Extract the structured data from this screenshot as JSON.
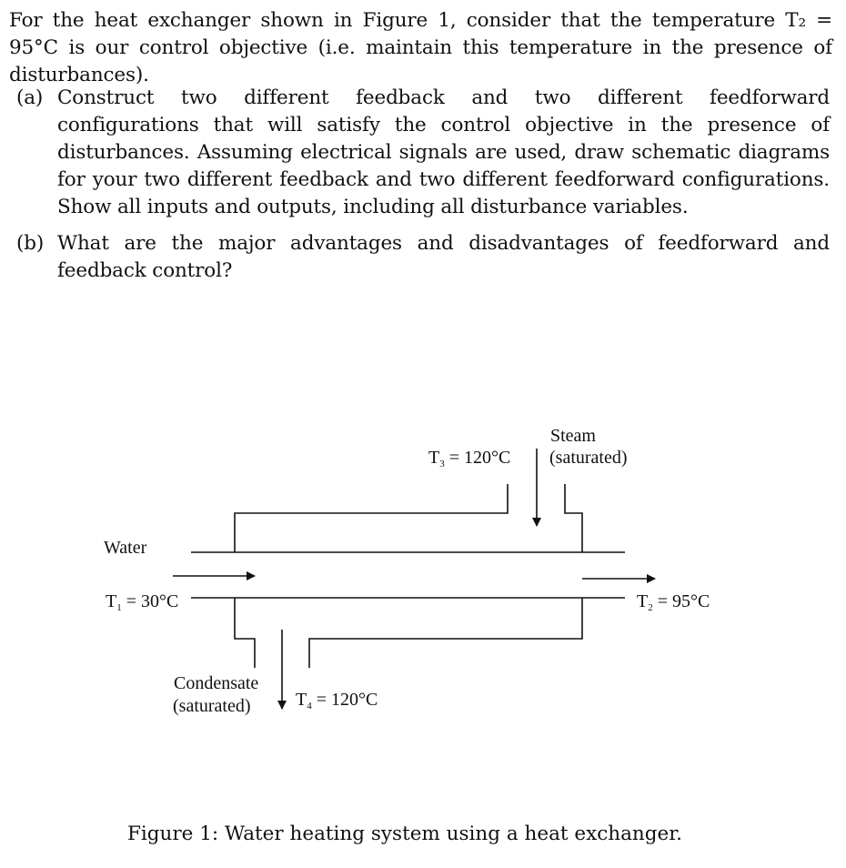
{
  "intro": {
    "text_before": "For the heat exchanger shown in Figure 1, consider that the temperature ",
    "math": "T₂ = 95°C",
    "text_after": " is our control objective (i.e. maintain this temperature in the presence of disturbances)."
  },
  "questions": [
    {
      "label": "(a)",
      "text": "Construct two different feedback and two different feedforward configurations that will satisfy the control objective in the presence of disturbances. Assuming electrical signals are used, draw schematic diagrams for your two different feedback and two different feedforward configurations. Show all inputs and outputs, including all disturbance variables."
    },
    {
      "label": "(b)",
      "text": "What are the major advantages and disadvantages of feedforward and feedback control?"
    }
  ],
  "figure": {
    "labels": {
      "steam": "Steam",
      "saturated_top": "(saturated)",
      "t3_sym": "T",
      "t3_sub": "3",
      "t3_val": " = 120°C",
      "water": "Water",
      "t1_sym": "T",
      "t1_sub": "1",
      "t1_val": " = 30°C",
      "t2_sym": "T",
      "t2_sub": "2",
      "t2_val": " = 95°C",
      "condensate": "Condensate",
      "saturated_bottom": "(saturated)",
      "t4_sym": "T",
      "t4_sub": "4",
      "t4_val": " = 120°C"
    },
    "caption": "Figure 1: Water heating system using a heat exchanger."
  }
}
